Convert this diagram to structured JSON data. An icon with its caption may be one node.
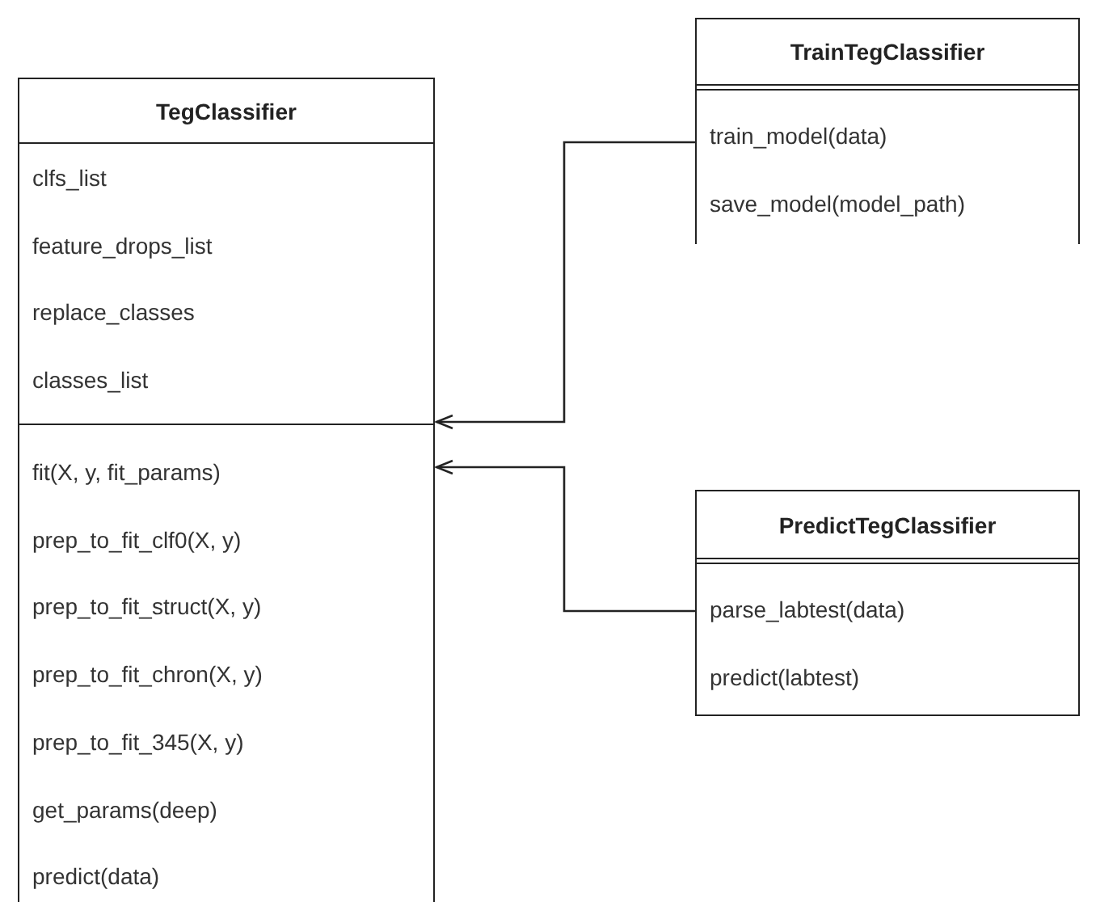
{
  "diagram": {
    "nodes": [
      {
        "text": [
          "TegClassifier"
        ]
      },
      {
        "text": [
          "clfs_list",
          "feature_drops_list",
          "replace_classes",
          "classes_list"
        ],
        "in": 0
      },
      {
        "text": [
          "fit(X, y, fit_params)",
          "prep_to_fit_clf0(X, y)",
          "prep_to_fit_struct(X, y)",
          "prep_to_fit_chron(X, y)",
          "prep_to_fit_345(X, y)",
          "get_params(deep)",
          "predict(data)"
        ],
        "in": 0
      },
      {
        "text": [
          "TrainTegClassifier"
        ]
      },
      {
        "text": [
          "train_model(data)",
          "save_model(model_path)"
        ],
        "in": 3
      },
      {
        "text": [
          "PredictTegClassifier"
        ]
      },
      {
        "text": [
          "parse_labtest(data)",
          "predict(labtest)"
        ],
        "in": 5
      }
    ],
    "edges": [
      {
        "from": 4,
        "to": 0,
        "arrow": "to"
      },
      {
        "from": 6,
        "to": 0,
        "arrow": "to"
      }
    ]
  }
}
